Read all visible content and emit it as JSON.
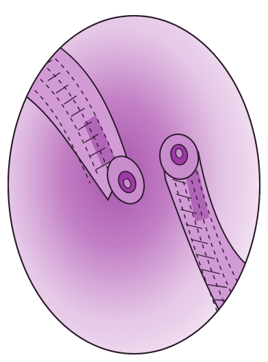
{
  "figure": {
    "colors": {
      "background": "#ffffff",
      "outline": "#2a1a2a",
      "oval_center": "#a24aa6",
      "oval_mid": "#c890cc",
      "oval_edge": "#f7eef7",
      "tube_fill": "#d29bd6",
      "tube_band": "#b066b6",
      "lumen_ring": "#c98ccd",
      "lumen_core": "#9e3aa6"
    },
    "parts": [
      "oval-body",
      "upper-left-tube",
      "lower-right-tube"
    ]
  }
}
